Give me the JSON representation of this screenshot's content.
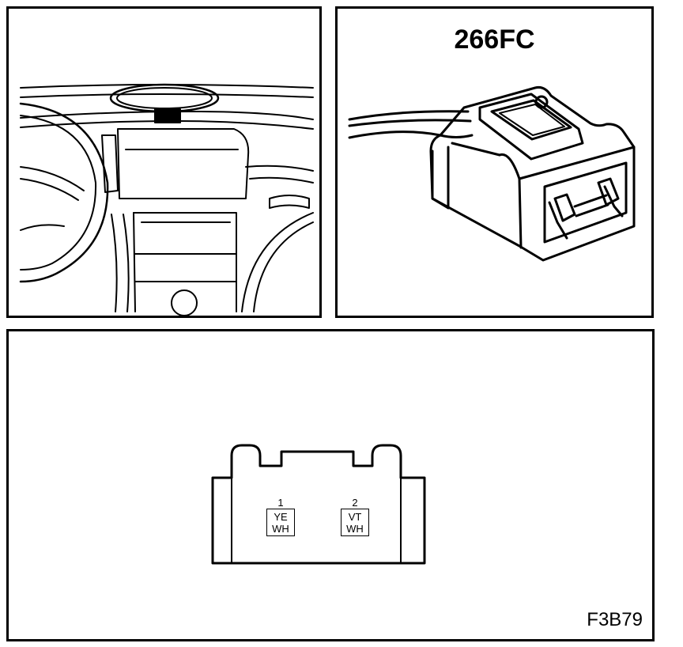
{
  "connector": {
    "id": "266FC",
    "pins": [
      {
        "number": "1",
        "wire_color_top": "YE",
        "wire_color_bottom": "WH"
      },
      {
        "number": "2",
        "wire_color_top": "VT",
        "wire_color_bottom": "WH"
      }
    ]
  },
  "figure": {
    "code": "F3B79"
  },
  "colors": {
    "line": "#000000",
    "background": "#ffffff"
  }
}
